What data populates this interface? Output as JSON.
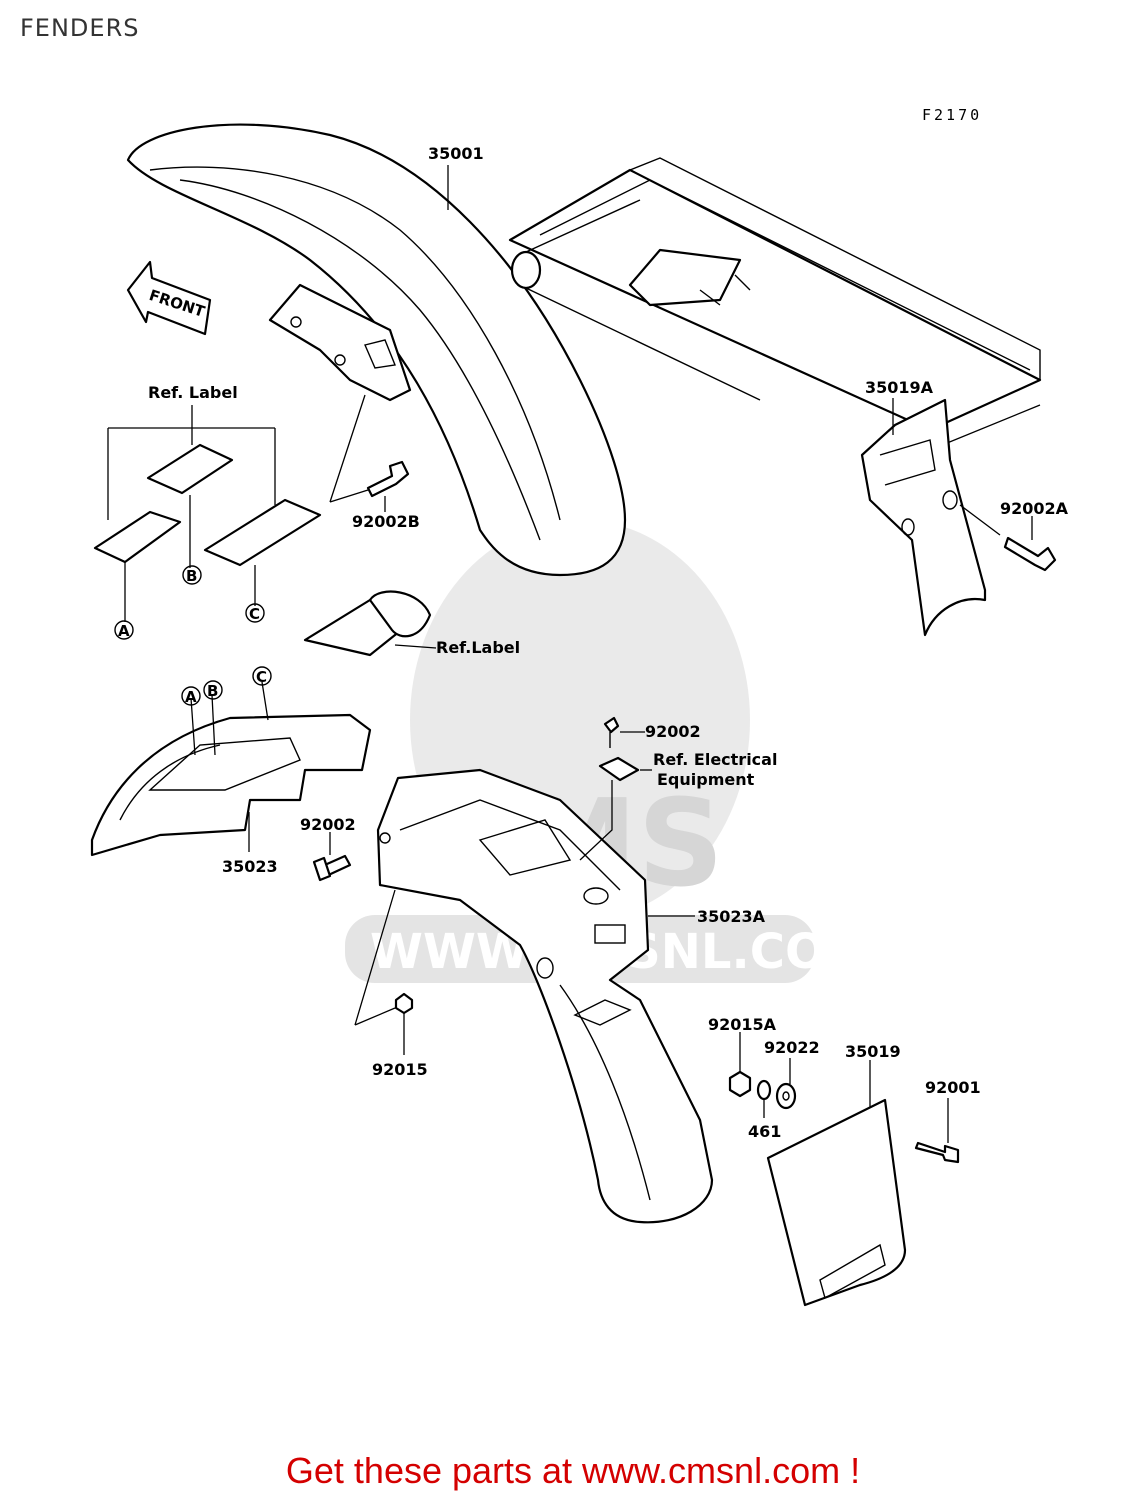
{
  "page_title": "FENDERS",
  "figure_code": "F2170",
  "direction_arrow": "FRONT",
  "call_to_action": "Get these parts at www.cmsnl.com !",
  "watermark": {
    "brand": "CMS",
    "url": "WWW.CMSNL.COM"
  },
  "parts": {
    "front_fender": "35001",
    "bracket_rear": "35019A",
    "bolt_92002A": "92002A",
    "bolt_92002B": "92002B",
    "front_fender_inner": "35023",
    "rear_fender": "35023A",
    "bolt_92002_top": "92002",
    "bolt_92002_left": "92002",
    "nut_92015": "92015",
    "nut_92015A": "92015A",
    "washer_92022": "92022",
    "washer_461": "461",
    "mudflap": "35019",
    "bolt_92001": "92001"
  },
  "labels": {
    "ref_label_top": "Ref. Label",
    "ref_label_mid": "Ref.Label",
    "ref_electrical_1": "Ref. Electrical",
    "ref_electrical_2": "Equipment",
    "callout_a": "A",
    "callout_b": "B",
    "callout_c": "C"
  }
}
